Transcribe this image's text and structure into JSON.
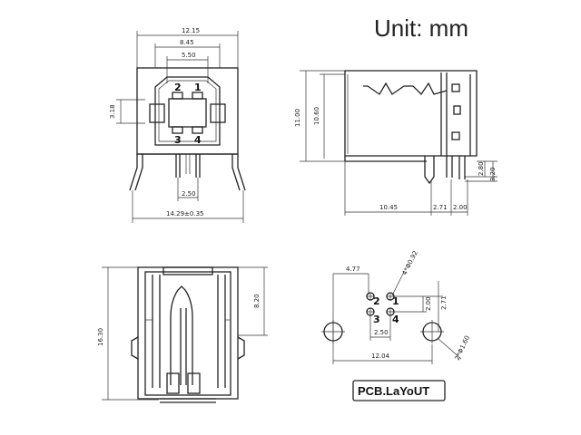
{
  "unit_label": "Unit: mm",
  "layout_label": "PCB.LaYoUT",
  "front_view": {
    "dims": {
      "w_total": "12.15",
      "w_mid": "8.45",
      "w_inner": "5.50",
      "h_left": "3.18",
      "pin_pitch": "2.50",
      "base": "14.29±0.35"
    },
    "pins": [
      "1",
      "2",
      "3",
      "4"
    ]
  },
  "side_view": {
    "dims": {
      "h_total": "11.00",
      "h_body": "10.60",
      "len": "10.45",
      "off_a": "2.71",
      "off_b": "2.00",
      "r_a": "2.80",
      "r_b": "3.20"
    }
  },
  "bottom_view": {
    "dims": {
      "h_total": "16.30",
      "h_upper": "8.20"
    }
  },
  "pcb_layout": {
    "dims": {
      "x_offset": "4.77",
      "hole_small": "4*Φ0.92",
      "pitch_y": "2.00",
      "y_total": "2.71",
      "pitch_x": "2.50",
      "span": "12.04",
      "hole_big": "2*Φ1.60"
    },
    "pins": [
      "1",
      "2",
      "3",
      "4"
    ]
  }
}
